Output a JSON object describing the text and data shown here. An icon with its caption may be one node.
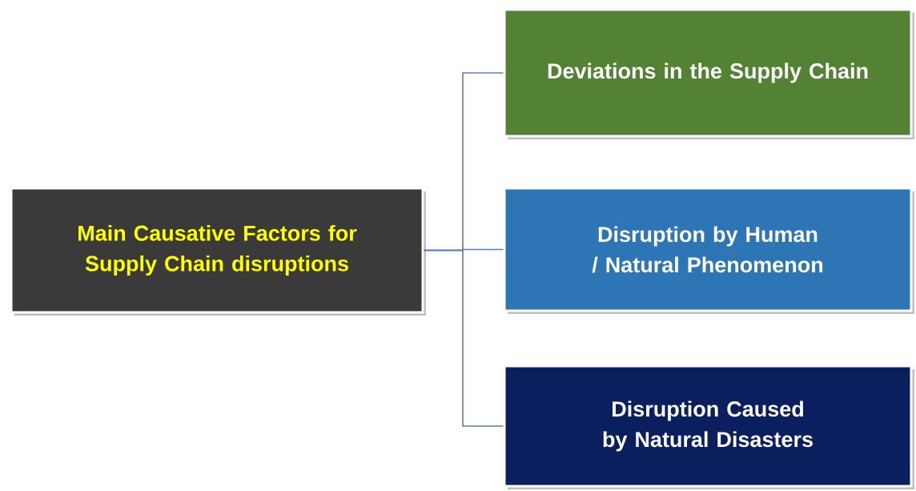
{
  "diagram": {
    "nodes": [
      {
        "text": [
          "Main Causative Factors for Supply Chain disruptions"
        ]
      },
      {
        "text": [
          "Deviations in the Supply Chain"
        ]
      },
      {
        "text": [
          "Disruption by Human / Natural Phenomenon"
        ]
      },
      {
        "text": [
          "Disruption Caused by Natural Disasters"
        ]
      }
    ],
    "edges": [
      {
        "from": 0,
        "to": 1,
        "arrow": "none"
      },
      {
        "from": 0,
        "to": 2,
        "arrow": "none"
      },
      {
        "from": 0,
        "to": 3,
        "arrow": "none"
      }
    ]
  }
}
